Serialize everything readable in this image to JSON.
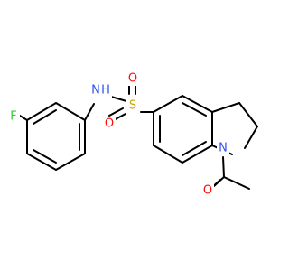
{
  "molecule": {
    "atoms": {
      "F": {
        "text": "F",
        "color": "#33cc33"
      },
      "NH": {
        "text": "N",
        "color": "#3050f8"
      },
      "H": {
        "text": "H",
        "color": "#3050f8"
      },
      "S": {
        "text": "S",
        "color": "#c8a800"
      },
      "O1": {
        "text": "O",
        "color": "#ff0d0d"
      },
      "O2": {
        "text": "O",
        "color": "#ff0d0d"
      },
      "N1": {
        "text": "N",
        "color": "#3050f8"
      },
      "O3": {
        "text": "O",
        "color": "#ff0d0d"
      }
    },
    "bond_color": "#000000"
  }
}
